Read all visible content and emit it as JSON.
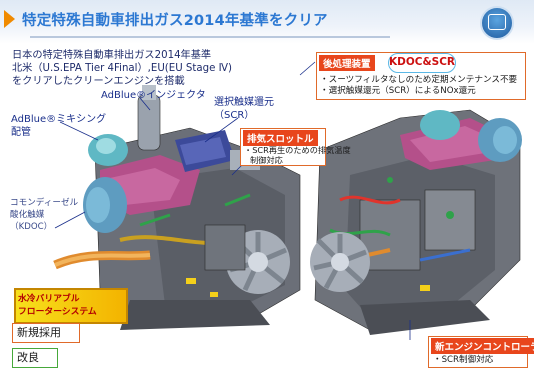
{
  "header": {
    "title": "特定特殊自動車排出ガス2014年基準をクリア"
  },
  "intro": {
    "line1": "日本の特定特殊自動車排出ガス2014年基準",
    "line2": "北米（U.S.EPA Tier 4Final）,EU(EU Stage Ⅳ)",
    "line3": "をクリアしたクリーンエンジンを搭載"
  },
  "labels": {
    "adblue_injector": "AdBlue®インジェクタ",
    "adblue_mixing_1": "AdBlue®ミキシング",
    "adblue_mixing_2": "配管",
    "scr_1": "選択触媒還元",
    "scr_2": "（SCR）",
    "kdoc_1": "コモンディーゼル",
    "kdoc_2": "酸化触媒",
    "kdoc_3": "（KDOC）"
  },
  "aftertreatment": {
    "tag": "後処理装置",
    "pill": "KDOC&SCR",
    "bullet1": "・スーツフィルタなしのため定期メンテナンス不要",
    "bullet2": "・選択触媒還元（SCR）によるNOx還元"
  },
  "exhaust_throttle": {
    "tag": "排気スロットル",
    "bullet1": "・SCR再生のための排気温度",
    "bullet2": "制御対応"
  },
  "engine_controller": {
    "tag": "新エンジンコントローラ",
    "bullet1": "・SCR制御対応"
  },
  "legend": {
    "float_line1": "水冷バリアブル",
    "float_line2": "フローターシステム",
    "new_adoption": "新規採用",
    "improved": "改良"
  }
}
